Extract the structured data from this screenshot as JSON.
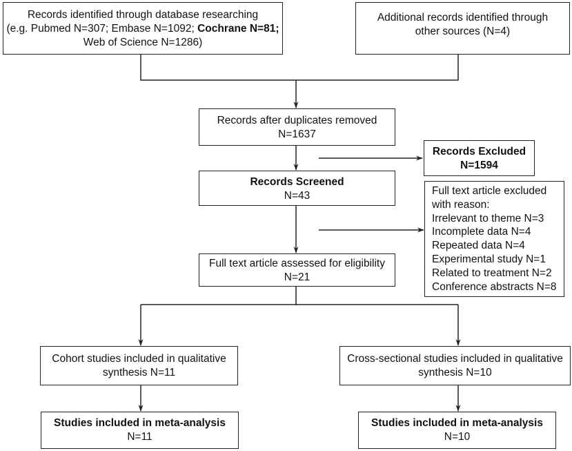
{
  "boxes": {
    "identified_db": {
      "line1": "Records identified through database researching",
      "line2_a": "(e.g. Pubmed N=307; Embase N=1092; ",
      "line2_b": "Cochrane N=81;",
      "line3": "Web of Science N=1286)"
    },
    "additional": {
      "line1": "Additional records identified through",
      "line2": "other sources (N=4)"
    },
    "after_duplicates": {
      "line1": "Records after duplicates removed",
      "line2": "N=1637"
    },
    "records_excluded": {
      "line1": "Records Excluded",
      "line2": "N=1594"
    },
    "records_screened": {
      "line1": "Records Screened",
      "line2": "N=43"
    },
    "fulltext_excluded": {
      "lines": [
        "Full text article excluded",
        "with reason:",
        "Irrelevant to theme N=3",
        "Incomplete data N=4",
        "Repeated data N=4",
        "Experimental study N=1",
        "Related to treatment N=2",
        "Conference abstracts N=8"
      ]
    },
    "fulltext_assessed": {
      "line1": "Full text article assessed for eligibility",
      "line2": "N=21"
    },
    "cohort_qualitative": {
      "line1": "Cohort studies included in qualitative",
      "line2": "synthesis N=11"
    },
    "cross_qualitative": {
      "line1": "Cross-sectional studies included in qualitative",
      "line2": "synthesis N=10"
    },
    "cohort_meta": {
      "line1": "Studies included in meta-analysis",
      "line2": "N=11"
    },
    "cross_meta": {
      "line1": "Studies included in meta-analysis",
      "line2": "N=10"
    }
  },
  "colors": {
    "line": "#222222",
    "background": "#ffffff"
  }
}
